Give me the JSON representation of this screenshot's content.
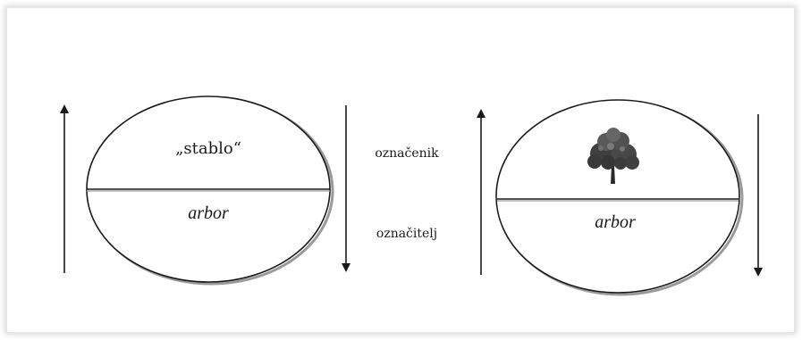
{
  "diagram": {
    "left_sign": {
      "signified_text": "„stablo“",
      "signifier_text": "arbor"
    },
    "right_sign": {
      "signified_icon": "tree-icon",
      "signifier_text": "arbor"
    },
    "labels": {
      "signified": "označenik",
      "signifier": "označitelj"
    }
  }
}
